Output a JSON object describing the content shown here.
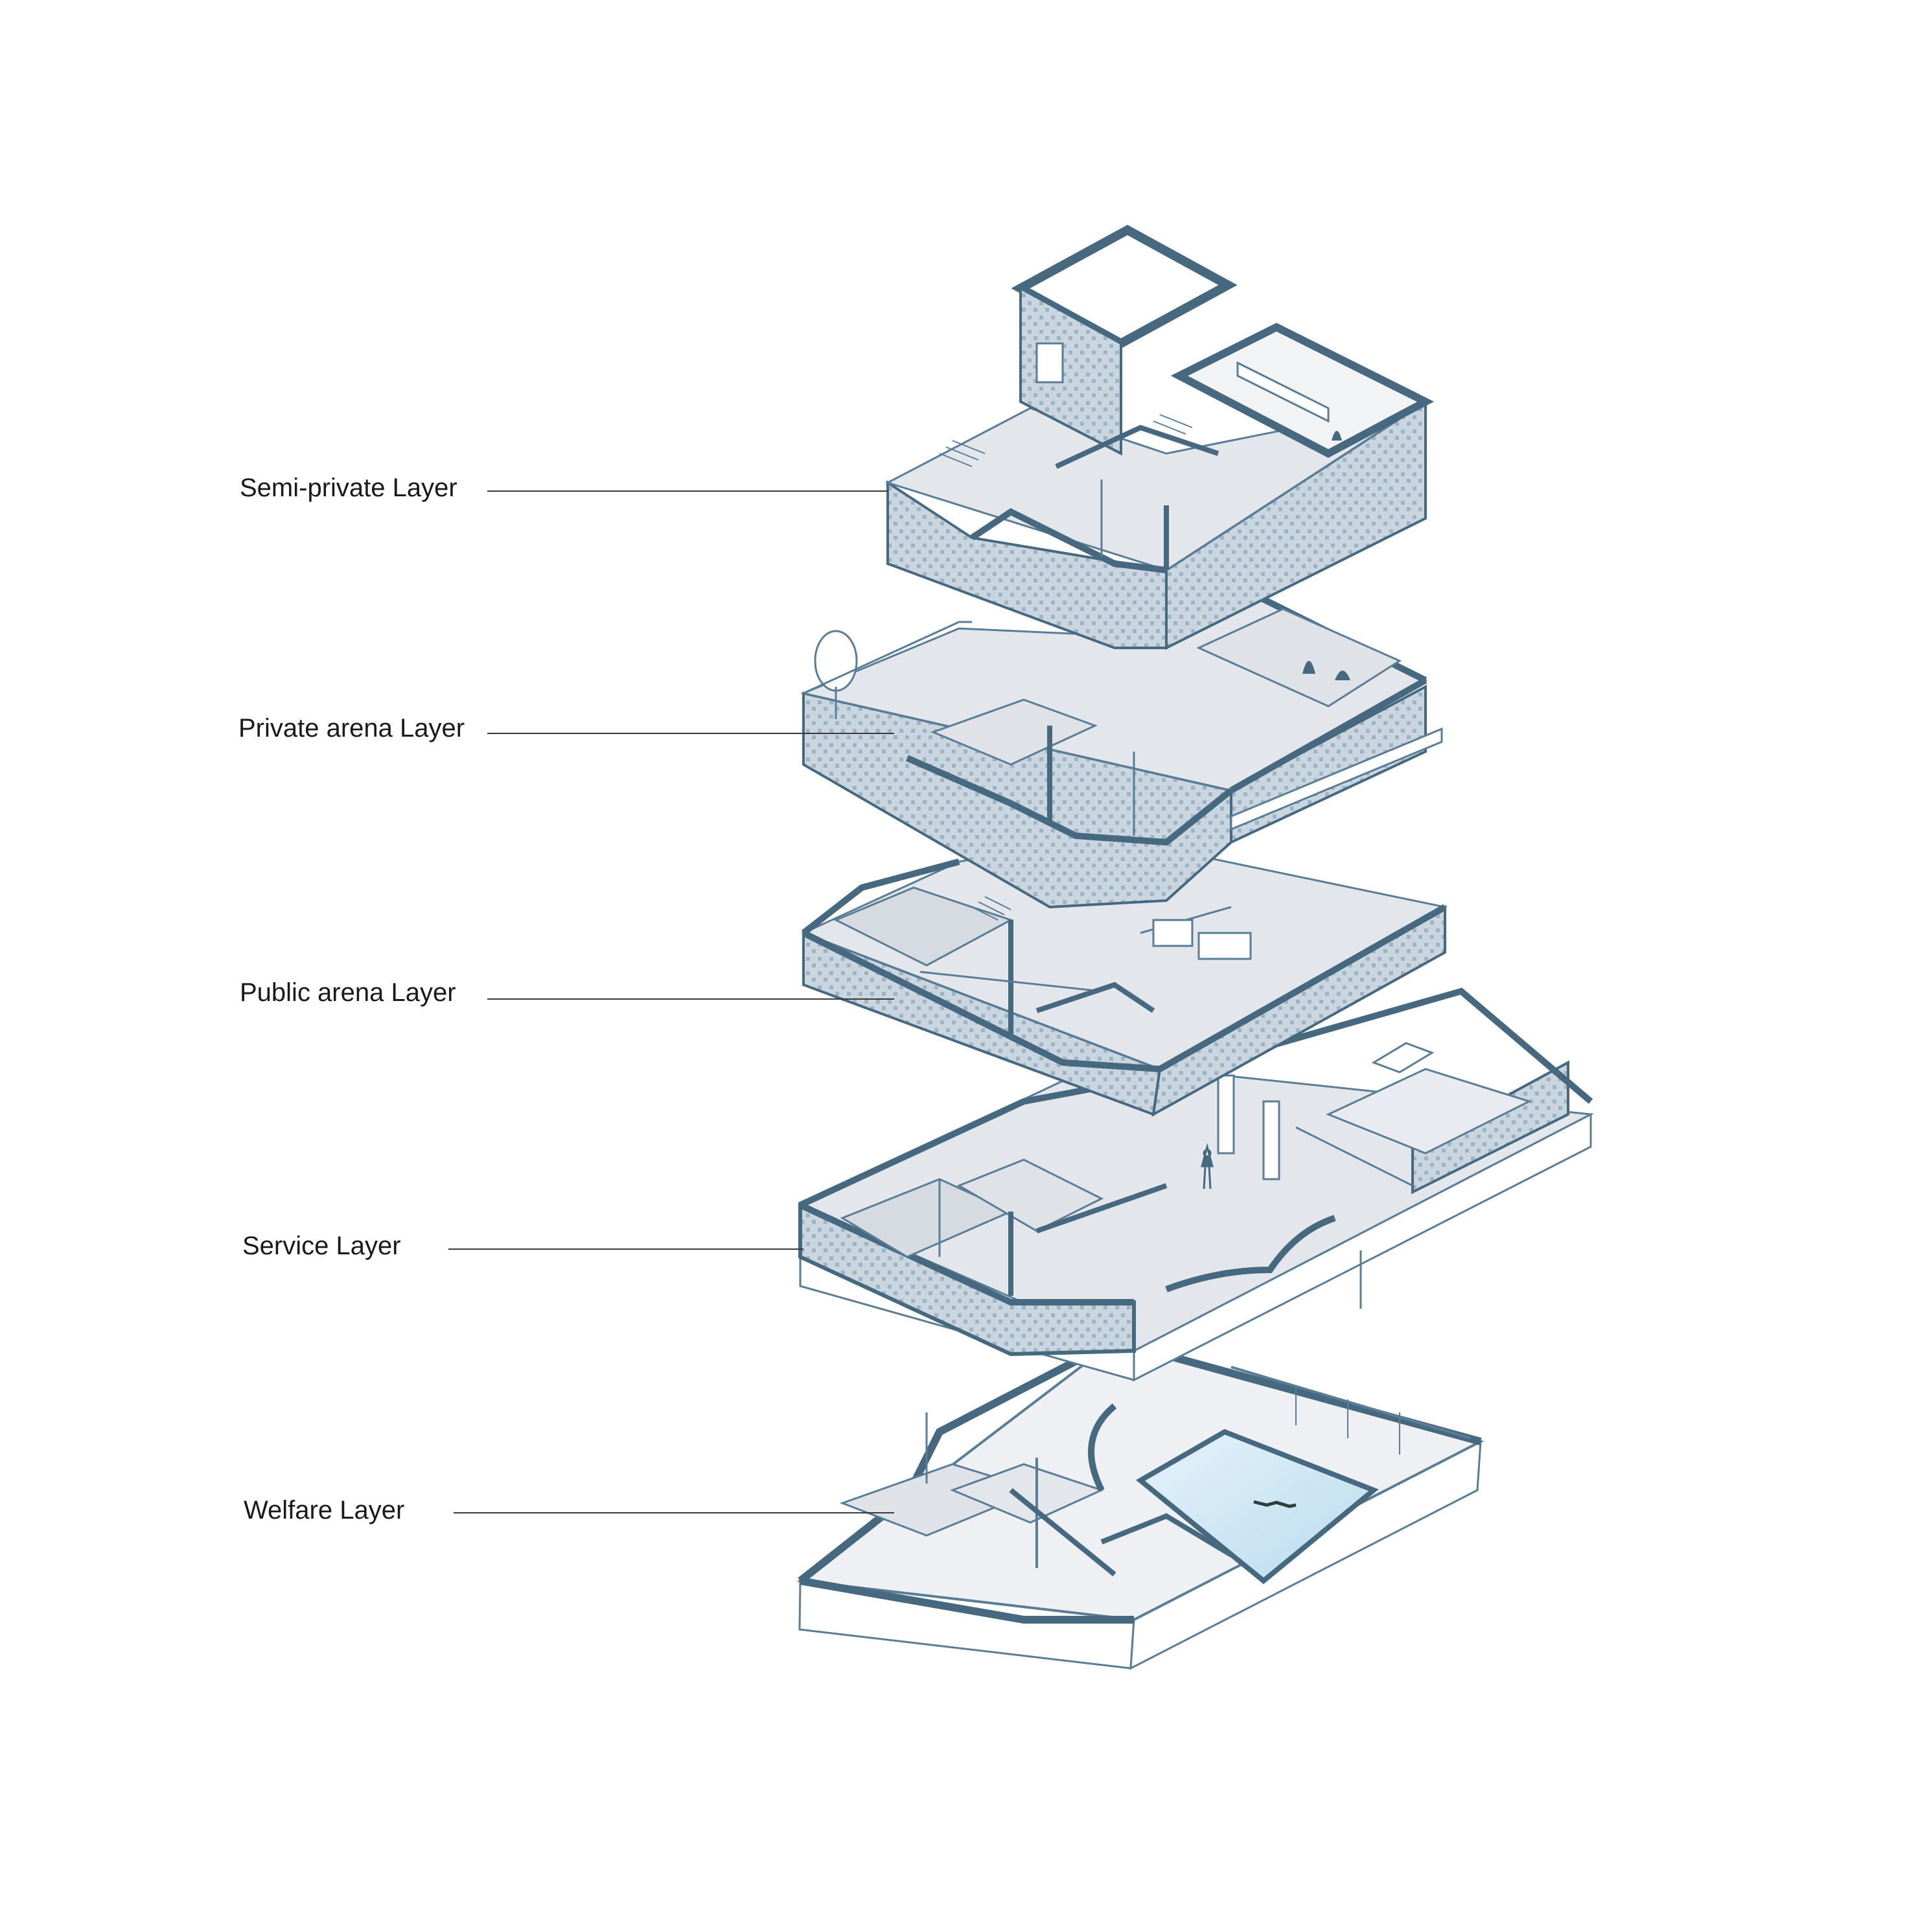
{
  "labels": {
    "semi_private": "Semi-private Layer",
    "private_arena": "Private arena Layer",
    "public_arena": "Public arena Layer",
    "service": "Service Layer",
    "welfare": "Welfare Layer"
  },
  "colors": {
    "background": "#ffffff",
    "wall_dark": "#5a7d96",
    "wall_cut": "#46697f",
    "facade": "#c9d6df",
    "floor": "#e3e6ea",
    "line": "#5a7d96",
    "pool": "#cfe6f3",
    "leader": "#3a3a3a"
  }
}
